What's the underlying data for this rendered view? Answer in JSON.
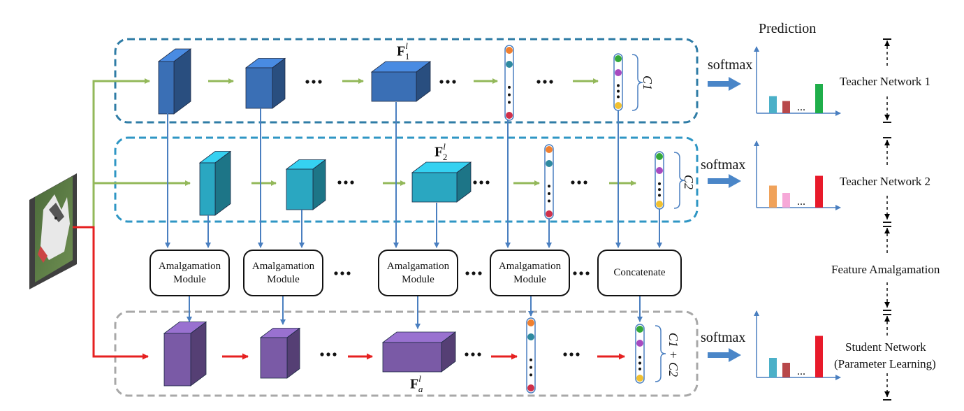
{
  "prediction_title": "Prediction",
  "softmax_label": "softmax",
  "ellipsis": "...",
  "feature_labels": {
    "teacher1": "F",
    "teacher1_sup": "l",
    "teacher1_sub": "1",
    "teacher2": "F",
    "teacher2_sup": "l",
    "teacher2_sub": "2",
    "student": "F",
    "student_sup": "l",
    "student_sub": "a"
  },
  "class_labels": {
    "teacher1": "C1",
    "teacher2": "C2",
    "student": "C1 + C2"
  },
  "modules": {
    "amalgamation_line1": "Amalgamation",
    "amalgamation_line2": "Module",
    "concatenate": "Concatenate"
  },
  "side_labels": {
    "teacher1": "Teacher Network 1",
    "teacher2": "Teacher Network 2",
    "feature_amalgamation": "Feature Amalgamation",
    "student_line1": "Student Network",
    "student_line2": "(Parameter Learning)"
  },
  "colors": {
    "teacher1_block": "#3a6fb5",
    "teacher2_block": "#2aa7c1",
    "student_block": "#7a5aa6",
    "teacher_arrow": "#93b85a",
    "student_arrow": "#e62020",
    "vertical_arrow": "#4a7fc0",
    "teacher1_box": "#2f7ca6",
    "teacher2_box": "#2f96c4",
    "student_box": "#a8a8a8"
  },
  "histograms": {
    "teacher1": [
      {
        "color": "#4bb0c8",
        "value": 0.35
      },
      {
        "color": "#b8484a",
        "value": 0.25
      },
      {
        "color": "#1fae4a",
        "value": 0.6
      }
    ],
    "teacher2": [
      {
        "color": "#f0a25a",
        "value": 0.45
      },
      {
        "color": "#f6a8d8",
        "value": 0.3
      },
      {
        "color": "#e81a2a",
        "value": 0.65
      }
    ],
    "student": [
      {
        "color": "#4bb0c8",
        "value": 0.4
      },
      {
        "color": "#b8484a",
        "value": 0.3
      },
      {
        "color": "#e81a2a",
        "value": 0.85
      }
    ]
  },
  "logit_dots": {
    "feature": [
      "#f08030",
      "#2f8aa0",
      "#d0304a"
    ],
    "output": [
      "#34a83a",
      "#a84ac0",
      "#f0c030"
    ]
  }
}
